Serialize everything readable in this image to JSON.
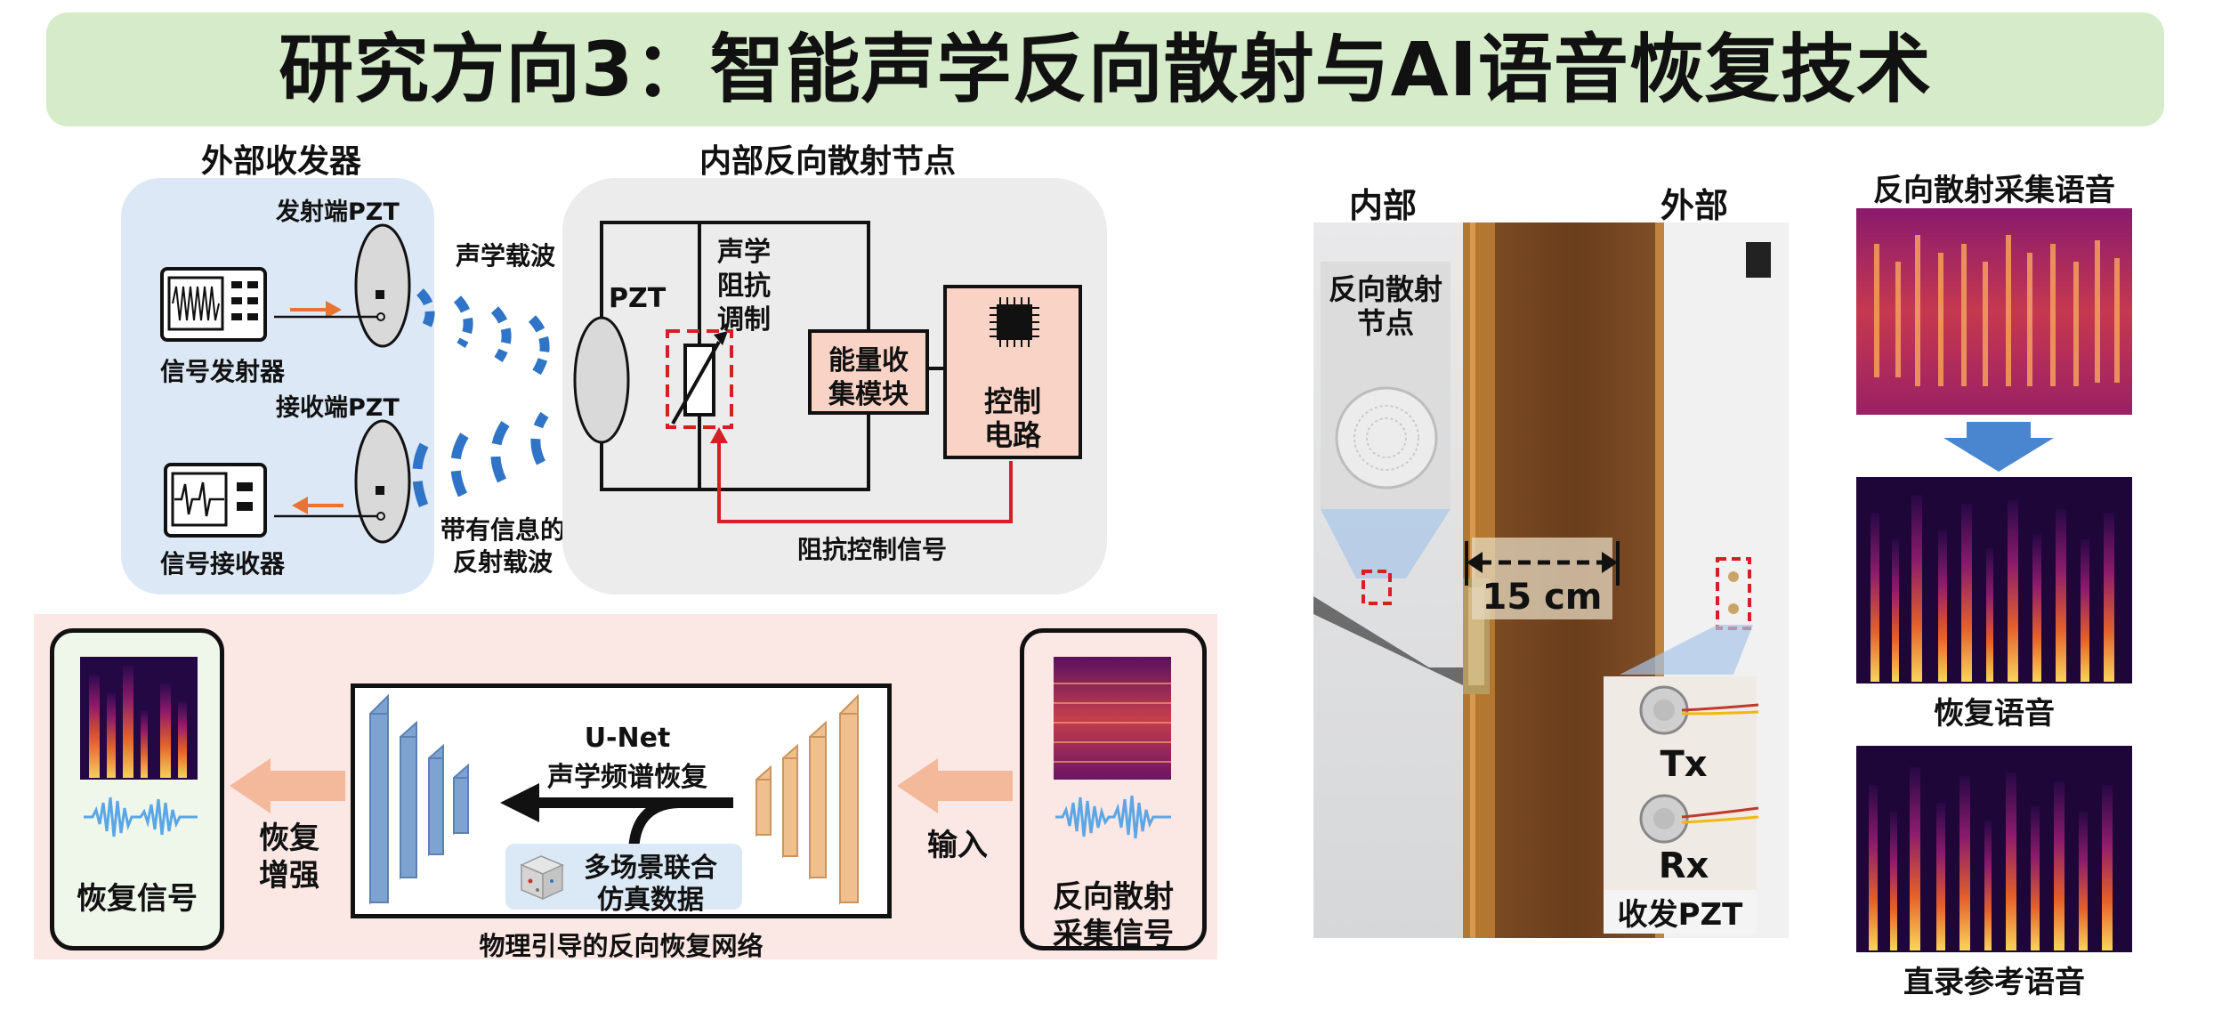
{
  "title": "研究方向3：智能声学反向散射与AI语音恢复技术",
  "top_diagram": {
    "transceiver": {
      "heading": "外部收发器",
      "tx_pzt": "发射端PZT",
      "rx_pzt": "接收端PZT",
      "generator": "信号发射器",
      "receiver": "信号接收器"
    },
    "carrier": "声学载波",
    "reflected": [
      "带有信息的",
      "反射载波"
    ],
    "node": {
      "heading": "内部反向散射节点",
      "pzt": "PZT",
      "impedance": [
        "声学",
        "阻抗",
        "调制"
      ],
      "energy": [
        "能量收",
        "集模块"
      ],
      "control": [
        "控制",
        "电路"
      ],
      "control_signal": "阻抗控制信号"
    }
  },
  "bottom_diagram": {
    "recovered": "恢复信号",
    "enhance": [
      "恢复",
      "增强"
    ],
    "unet": "U-Net",
    "spectrum": "声学频谱恢复",
    "sim": [
      "多场景联合",
      "仿真数据"
    ],
    "network": "物理引导的反向恢复网络",
    "input": "输入",
    "collected": [
      "反向散射",
      "采集信号"
    ]
  },
  "photo": {
    "inside": "内部",
    "outside": "外部",
    "node_label": [
      "反向散射",
      "节点"
    ],
    "distance": "15 cm",
    "tx": "Tx",
    "rx": "Rx",
    "pzt_label": "收发PZT"
  },
  "spectrograms": {
    "collected": "反向散射采集语音",
    "recovered": "恢复语音",
    "reference": "直录参考语音"
  },
  "colors": {
    "title_bg": "#d5ebc9",
    "panel_blue": "#dce8f6",
    "panel_gray": "#ececec",
    "panel_pink": "#fbe7e4",
    "wave": "#2f74c6",
    "signal_red": "#d41f24",
    "arrow_orange": "#f4b89b",
    "chip_pink": "#f8d3c6"
  }
}
